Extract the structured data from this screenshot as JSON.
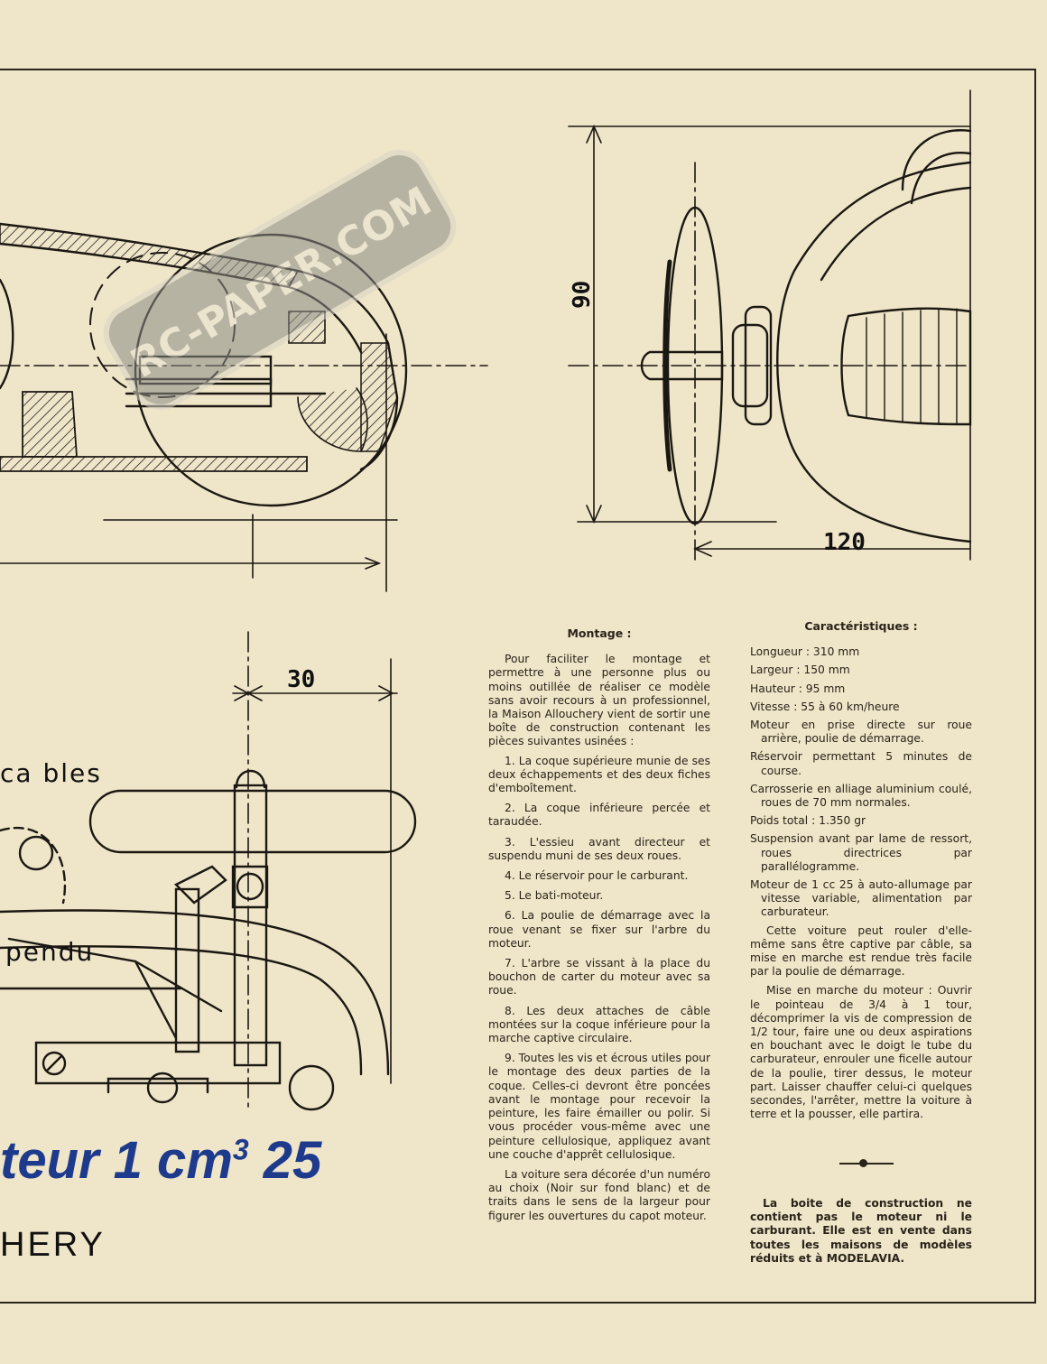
{
  "drawing": {
    "dim_90": "90",
    "dim_120": "120",
    "dim_30": "30",
    "label_cables": "ca bles",
    "label_pendu": "pendu"
  },
  "watermark": {
    "text": "RC-PAPER.COM"
  },
  "title": {
    "main": "teur  1 cm",
    "exponent": "3",
    "size": " 25",
    "sub": "HERY"
  },
  "montage": {
    "heading": "Montage :",
    "intro": "Pour faciliter le montage et permettre à une personne plus ou moins outillée de réaliser ce modèle sans avoir recours à un professionnel, la Maison Allouchery vient de sortir une boîte de construction contenant les pièces suivantes usinées :",
    "items": [
      "1. La coque supérieure munie de ses deux échappements et des deux fiches d'emboîtement.",
      "2. La coque inférieure percée et taraudée.",
      "3. L'essieu avant directeur et suspendu muni de ses deux roues.",
      "4. Le réservoir pour le carburant.",
      "5. Le bati-moteur.",
      "6. La poulie de démarrage avec la roue venant se fixer sur l'arbre du moteur.",
      "7. L'arbre se vissant à la place du bouchon de carter du moteur avec sa roue.",
      "8. Les deux attaches de câble montées sur la coque inférieure pour la marche captive circulaire.",
      "9. Toutes les vis et écrous utiles pour le montage des deux parties de la coque. Celles-ci devront être poncées avant le montage pour recevoir la peinture, les faire émailler ou polir. Si vous procéder vous-même avec une peinture cellulosique, appliquez avant une couche d'apprêt cellulosique.",
      "La voiture sera décorée d'un numéro au choix (Noir sur fond blanc) et de traits dans le sens de la largeur pour figurer les ouvertures du capot moteur."
    ]
  },
  "specs": {
    "heading": "Caractéristiques :",
    "lines": [
      "Longueur : 310 mm",
      "Largeur : 150 mm",
      "Hauteur : 95 mm",
      "Vitesse : 55 à 60 km/heure",
      "Moteur en prise directe sur roue arrière, poulie de démarrage.",
      "Réservoir permettant 5 minutes de course.",
      "Carrosserie en alliage aluminium coulé, roues de 70 mm normales.",
      "Poids total : 1.350 gr",
      "Suspension avant par lame de ressort, roues directrices par parallélogramme.",
      "Moteur de 1 cc 25 à auto-allumage par vitesse variable, alimentation par carburateur."
    ],
    "paragraphs": [
      "Cette voiture peut rouler d'elle-même sans être captive par câble, sa mise en marche est rendue très facile par la poulie de démarrage.",
      "Mise en marche du moteur : Ouvrir le pointeau de 3/4 à 1 tour, décomprimer la vis de compression de 1/2 tour, faire une ou deux aspirations en bouchant avec le doigt le tube du carburateur, enrouler une ficelle autour de la poulie, tirer dessus, le moteur part. Laisser chauffer celui-ci quelques secondes, l'arrêter, mettre la voiture à terre et la pousser, elle partira."
    ],
    "note": "La boite de construction ne contient pas le moteur ni le carburant. Elle est en vente dans toutes les maisons de modèles réduits et à MODELAVIA."
  }
}
